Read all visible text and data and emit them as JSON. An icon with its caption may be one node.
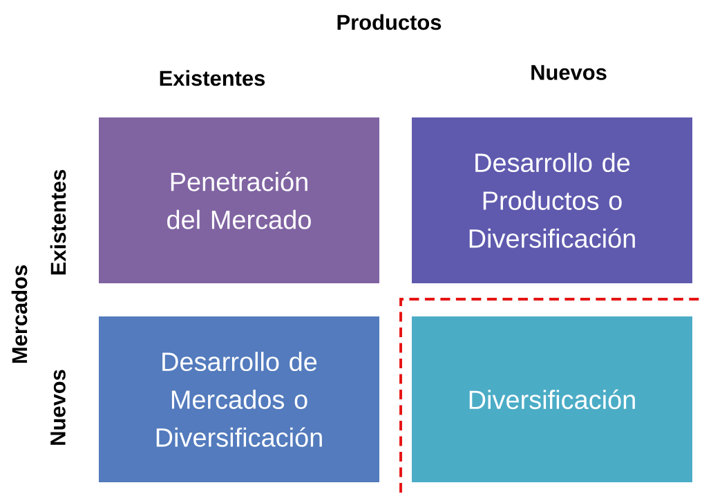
{
  "diagram": {
    "nodes": [
      {
        "text": [
          "Penetración del Mercado"
        ]
      },
      {
        "text": [
          "Desarrollo de Productos o Diversificación"
        ]
      },
      {
        "text": [
          "Desarrollo de Mercados o Diversificación"
        ]
      },
      {
        "text": [
          "Diversificación"
        ]
      }
    ],
    "labels": [
      "Productos",
      "Existentes",
      "Nuevos",
      "Mercados",
      "Existentes",
      "Nuevos"
    ]
  }
}
